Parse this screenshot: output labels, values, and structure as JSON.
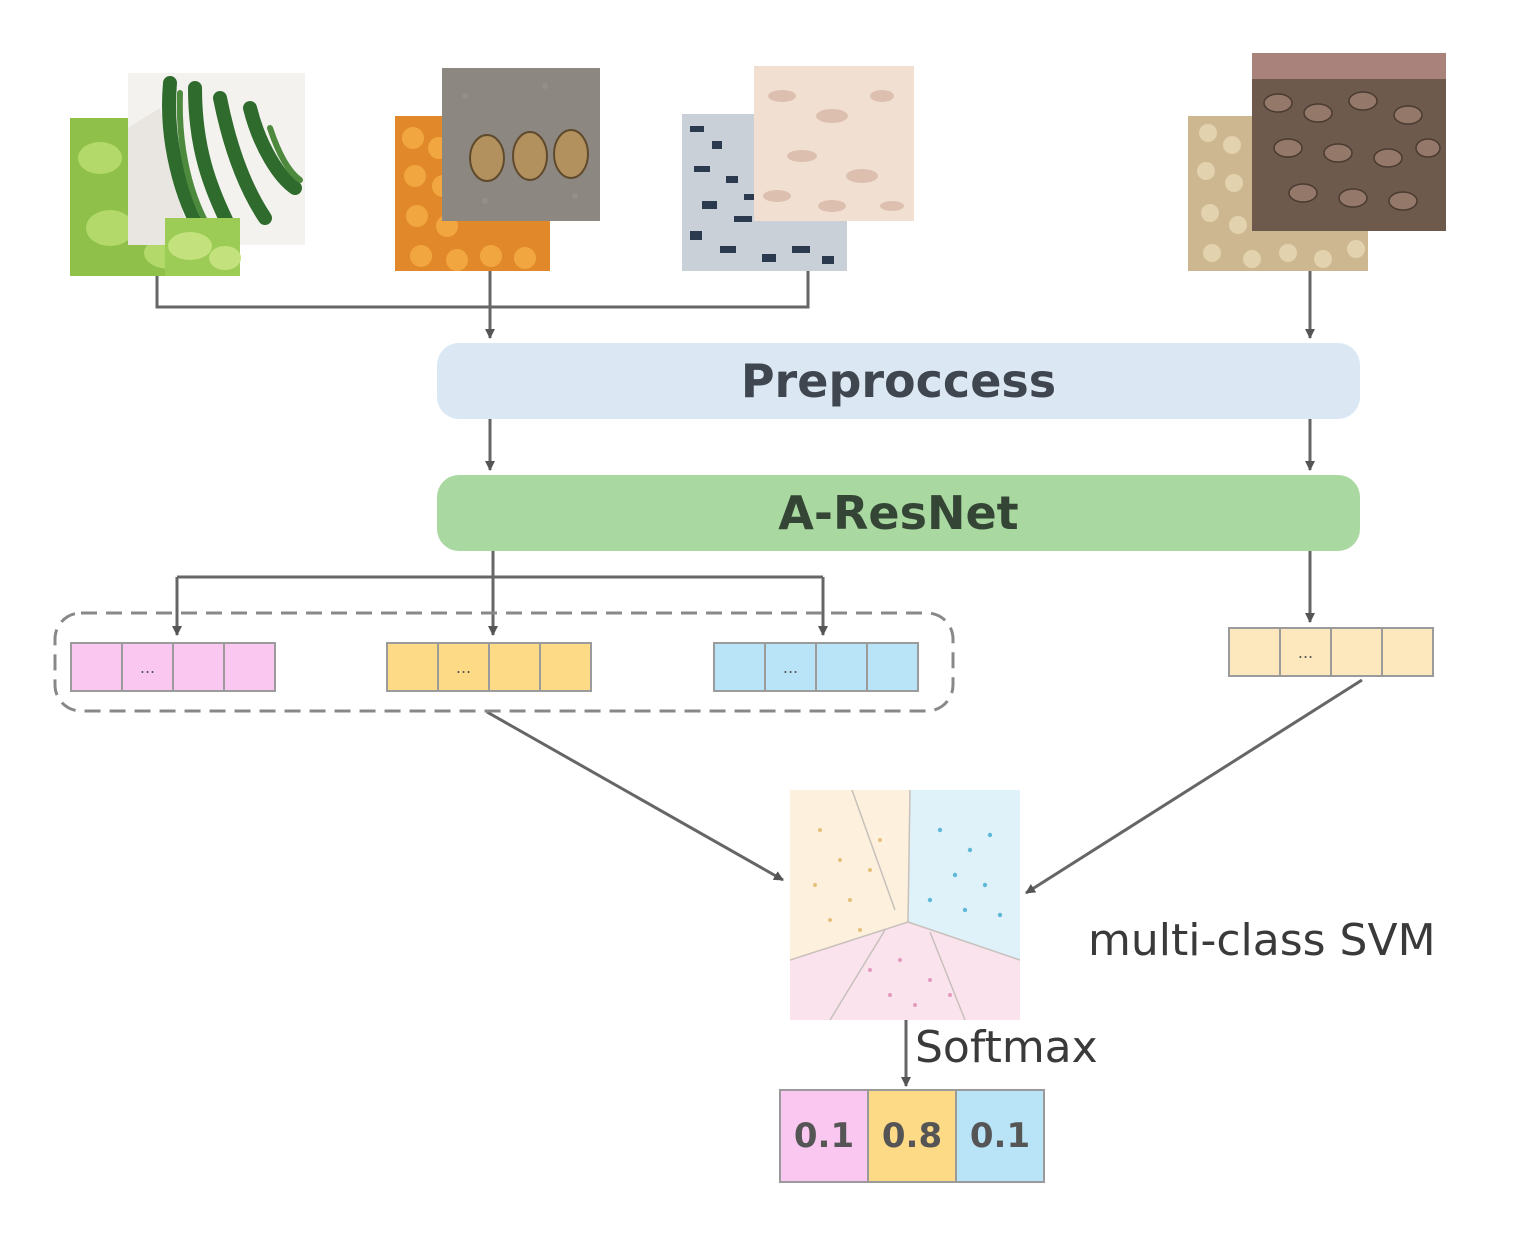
{
  "pipeline": {
    "preprocess_label": "Preproccess",
    "network_label": "A-ResNet",
    "classifier_label": "multi-class SVM",
    "softmax_label": "Softmax"
  },
  "feature_vectors": [
    {
      "name": "pink",
      "color": "#f9c7ef",
      "cells": [
        "",
        "...",
        "",
        ""
      ]
    },
    {
      "name": "orange",
      "color": "#fdda86",
      "cells": [
        "",
        "...",
        "",
        ""
      ]
    },
    {
      "name": "blue",
      "color": "#b9e3f6",
      "cells": [
        "",
        "...",
        "",
        ""
      ]
    },
    {
      "name": "query",
      "color": "#fde8bd",
      "cells": [
        "",
        "...",
        "",
        ""
      ]
    }
  ],
  "output": {
    "probabilities": [
      "0.1",
      "0.8",
      "0.1"
    ],
    "colors": [
      "#f9c7ef",
      "#fdda86",
      "#b9e3f6"
    ]
  },
  "colors": {
    "preprocess": "#dbe8f3",
    "network": "#a9d9a0",
    "arrow": "#555555"
  }
}
